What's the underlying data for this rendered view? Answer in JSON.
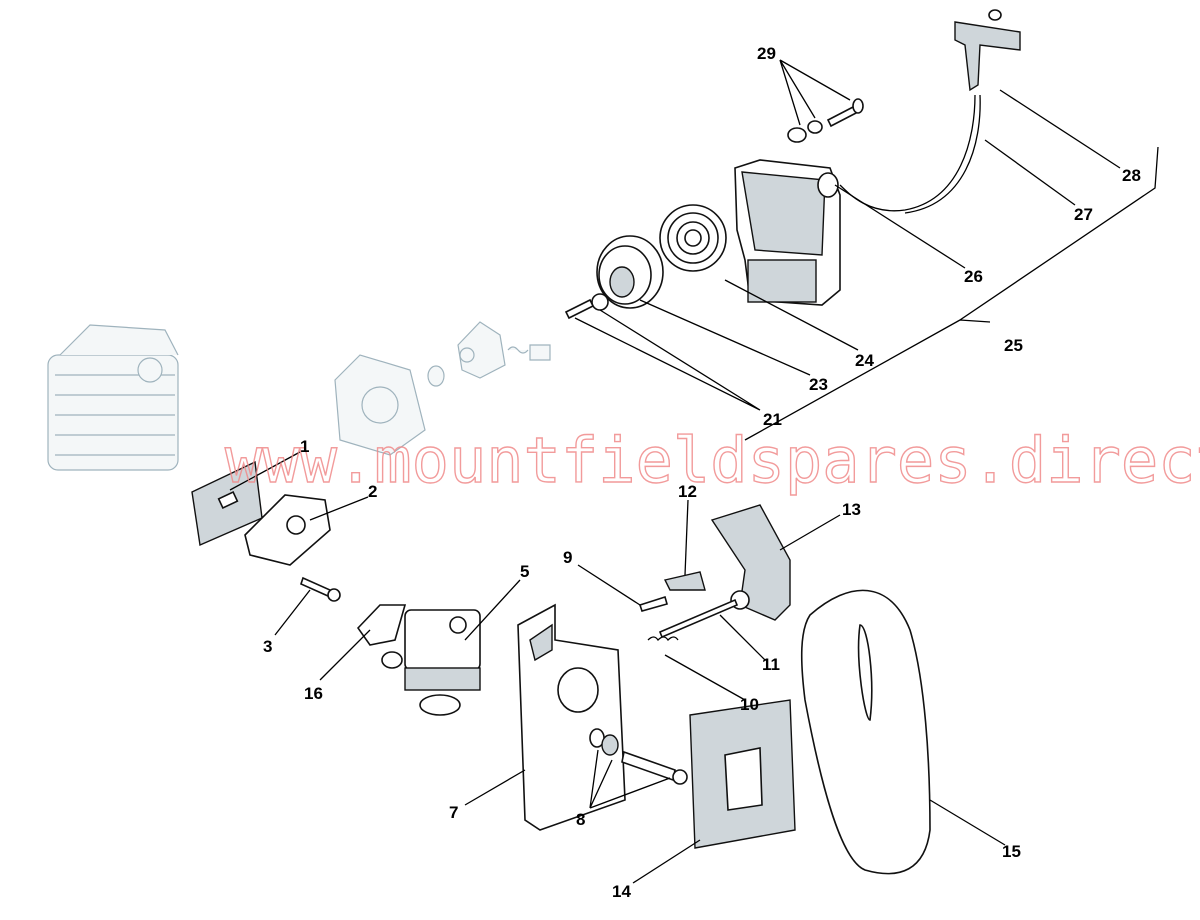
{
  "watermark": "www.mountfieldspares.direct",
  "labels": [
    "1",
    "2",
    "3",
    "5",
    "7",
    "8",
    "9",
    "10",
    "11",
    "12",
    "13",
    "14",
    "15",
    "16",
    "21",
    "23",
    "24",
    "25",
    "26",
    "27",
    "28",
    "29"
  ]
}
